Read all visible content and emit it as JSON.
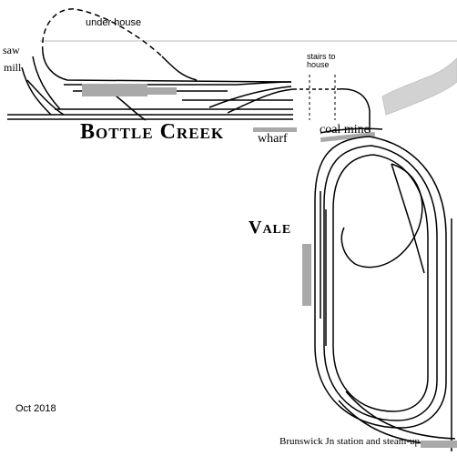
{
  "labels": {
    "under_house": "under house",
    "saw": "saw",
    "mill": "mill",
    "stairs_line1": "stairs to",
    "stairs_line2": "house",
    "bottle_creek": "Bottle Creek",
    "wharf": "wharf",
    "coal_mine": "coal mine",
    "vale": "Vale",
    "date": "Oct 2018",
    "brunswick": "Brunswick Jn station and steam-up"
  },
  "colors": {
    "track": "#000000",
    "platform": "#a9a9a9",
    "rock": "#cccccc",
    "wall": "#bbbbbb"
  }
}
